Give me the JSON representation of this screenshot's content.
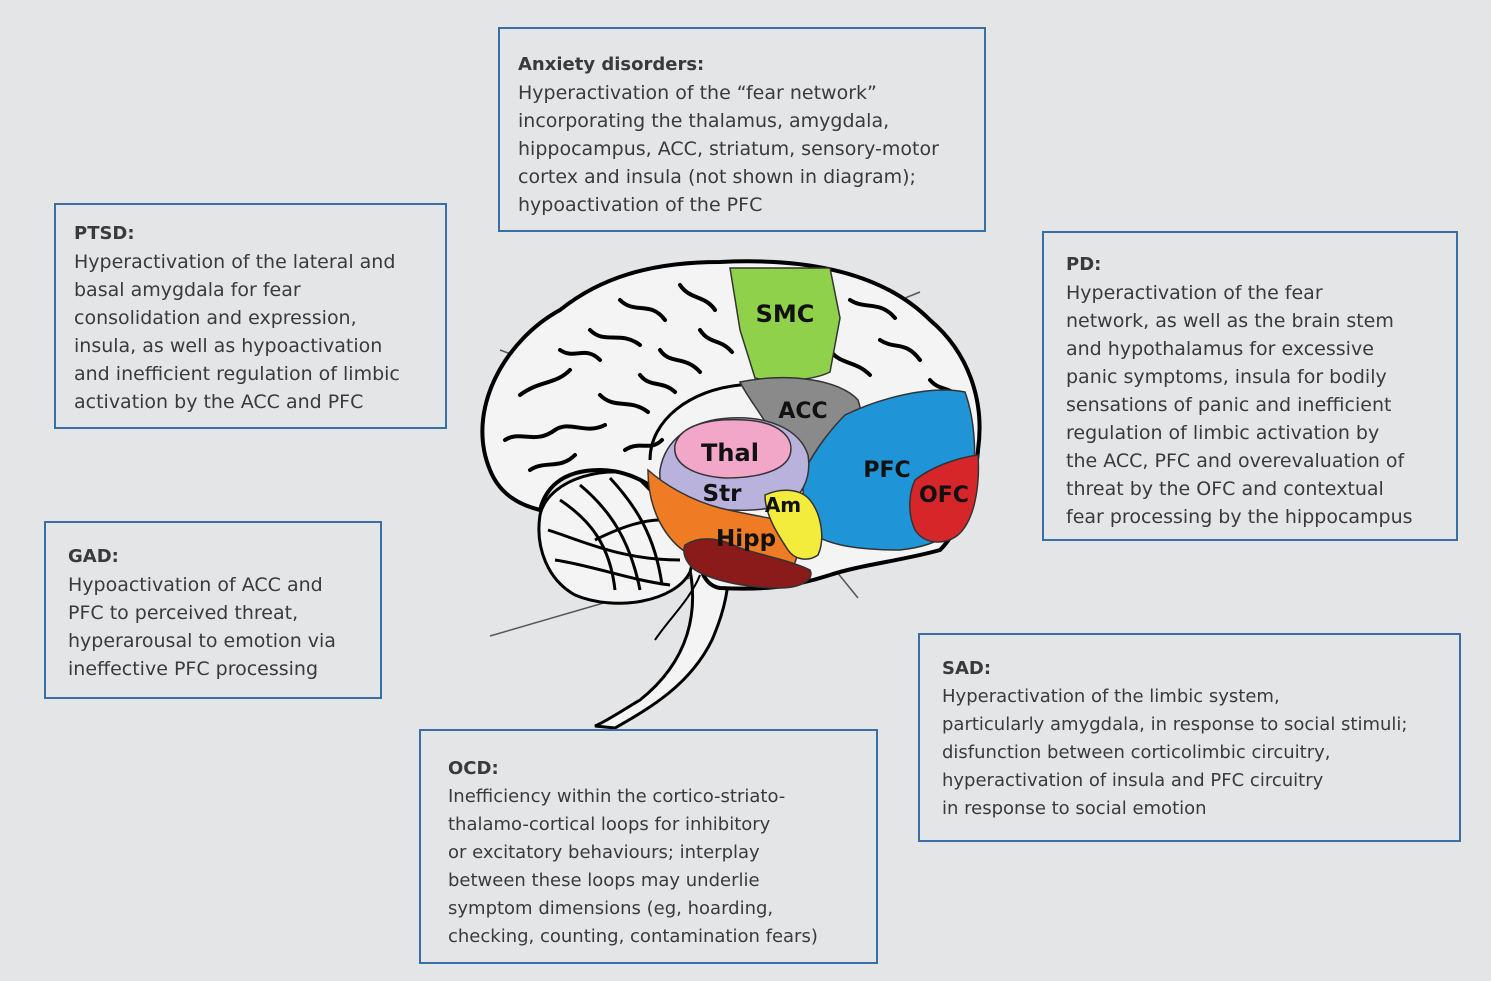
{
  "colors": {
    "background": "#e4e5e7",
    "box_border": "#3a6fa5",
    "text": "#3a3a3a",
    "SMC": "#8fd14a",
    "ACC": "#8a8a8a",
    "PFC": "#1f95d8",
    "OFC": "#d7262a",
    "Thal": "#f2a6c8",
    "Str": "#b9b2dc",
    "Am": "#f4ec3c",
    "Hipp": "#f07b25",
    "brainstem_region": "#8b1a1a"
  },
  "regions": {
    "smc": "SMC",
    "acc": "ACC",
    "pfc": "PFC",
    "ofc": "OFC",
    "thal": "Thal",
    "str": "Str",
    "am": "Am",
    "hipp": "Hipp"
  },
  "boxes": {
    "anxiety": {
      "heading": "Anxiety disorders:",
      "lines": [
        "Hyperactivation of the “fear network”",
        "incorporating the thalamus, amygdala,",
        "hippocampus, ACC, striatum, sensory-motor",
        "cortex and insula (not shown in diagram);",
        "hypoactivation of the PFC"
      ]
    },
    "ptsd": {
      "heading": "PTSD:",
      "lines": [
        "Hyperactivation of the lateral and",
        "basal amygdala for fear",
        "consolidation and expression,",
        "insula, as well as hypoactivation",
        "and inefficient regulation of limbic",
        "activation by the ACC and PFC"
      ]
    },
    "pd": {
      "heading": "PD:",
      "lines": [
        "Hyperactivation of the fear",
        "network, as well as the brain stem",
        "and hypothalamus for excessive",
        "panic symptoms, insula for bodily",
        "sensations of panic and inefficient",
        "regulation of limbic activation by",
        "the ACC, PFC and overevaluation of",
        "threat by the OFC and contextual",
        "fear processing by the hippocampus"
      ]
    },
    "gad": {
      "heading": "GAD:",
      "lines": [
        "Hypoactivation of ACC and",
        "PFC to perceived threat,",
        "hyperarousal to emotion via",
        "ineffective PFC processing"
      ]
    },
    "sad": {
      "heading": "SAD:",
      "lines": [
        "Hyperactivation of the limbic system,",
        "particularly amygdala, in response to social stimuli;",
        "disfunction between corticolimbic circuitry,",
        "hyperactivation of insula and PFC circuitry",
        "in response to social emotion"
      ]
    },
    "ocd": {
      "heading": "OCD:",
      "lines": [
        "Inefficiency within the cortico-striato-",
        "thalamo-cortical loops for inhibitory",
        "or excitatory behaviours; interplay",
        "between these loops may underlie",
        "symptom dimensions (eg, hoarding,",
        "checking, counting, contamination fears)"
      ]
    }
  }
}
